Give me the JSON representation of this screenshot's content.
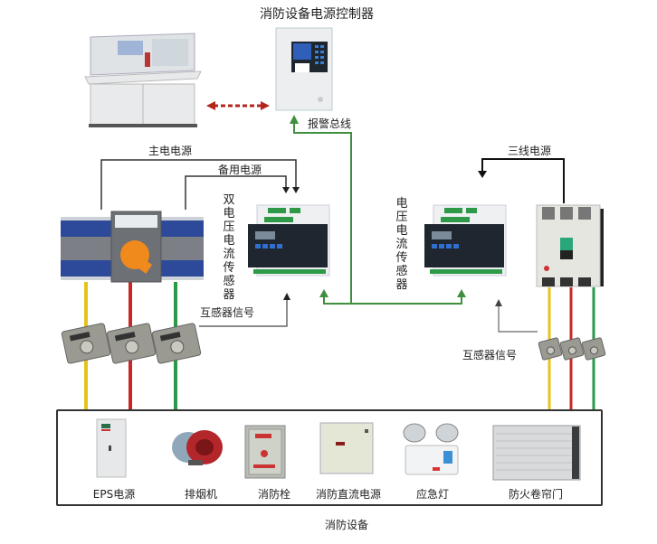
{
  "title": "消防设备电源控制器",
  "labels": {
    "alarm_bus": "报警总线",
    "main_power": "主电电源",
    "backup_power": "备用电源",
    "three_wire_power": "三线电源",
    "dual_sensor": "双电压电流传感器",
    "vc_sensor": "电压电流传感器",
    "ct_signal_left": "互感器信号",
    "ct_signal_right": "互感器信号",
    "fire_equipment": "消防设备"
  },
  "equipment": [
    {
      "label": "EPS电源"
    },
    {
      "label": "排烟机"
    },
    {
      "label": "消防栓"
    },
    {
      "label": "消防直流电源"
    },
    {
      "label": "应急灯"
    },
    {
      "label": "防火卷帘门"
    }
  ],
  "colors": {
    "alarm_bus": "#3f8f3f",
    "phase_yellow": "#e6c21c",
    "phase_red": "#c8282a",
    "phase_green": "#2a9a48",
    "link_dotted": "#b3261e",
    "wire_dark": "#333333"
  }
}
